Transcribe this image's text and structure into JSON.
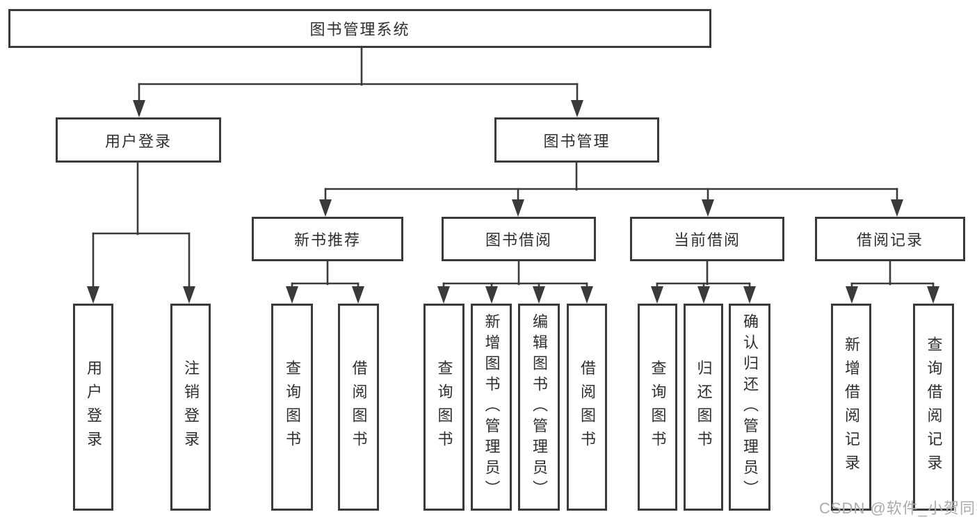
{
  "colors": {
    "box_border": "#3a3a3a",
    "connector_line": "#3a3a3a",
    "text": "#2f2f2f",
    "watermark": "#ababab",
    "background": "#ffffff"
  },
  "watermark": "CSDN @软件_小贺同学",
  "tree": {
    "root": "图书管理系统",
    "branches": [
      {
        "label": "用户登录",
        "children": [
          "用户登录",
          "注销登录"
        ]
      },
      {
        "label": "图书管理",
        "children": [
          {
            "label": "新书推荐",
            "children": [
              "查询图书",
              "借阅图书"
            ]
          },
          {
            "label": "图书借阅",
            "children": [
              "查询图书",
              "新增图书（管理员）",
              "编辑图书（管理员）",
              "借阅图书"
            ]
          },
          {
            "label": "当前借阅",
            "children": [
              "查询图书",
              "归还图书",
              "确认归还（管理员）"
            ]
          },
          {
            "label": "借阅记录",
            "children": [
              "新增借阅记录",
              "查询借阅记录"
            ]
          }
        ]
      }
    ]
  }
}
